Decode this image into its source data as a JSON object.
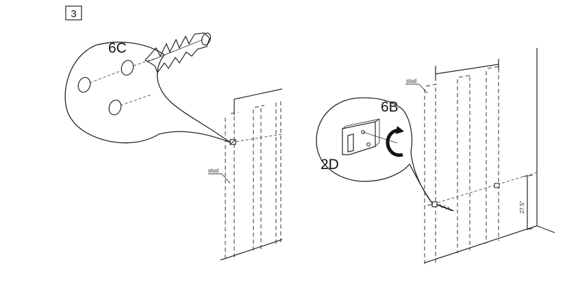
{
  "step": {
    "number": "3"
  },
  "left_figure": {
    "callout_label": "6C",
    "stud_label": "stud"
  },
  "right_figure": {
    "callout_label_top": "6B",
    "callout_label_bottom": "2D",
    "stud_label": "stud",
    "height_dimension": "27.5\""
  }
}
